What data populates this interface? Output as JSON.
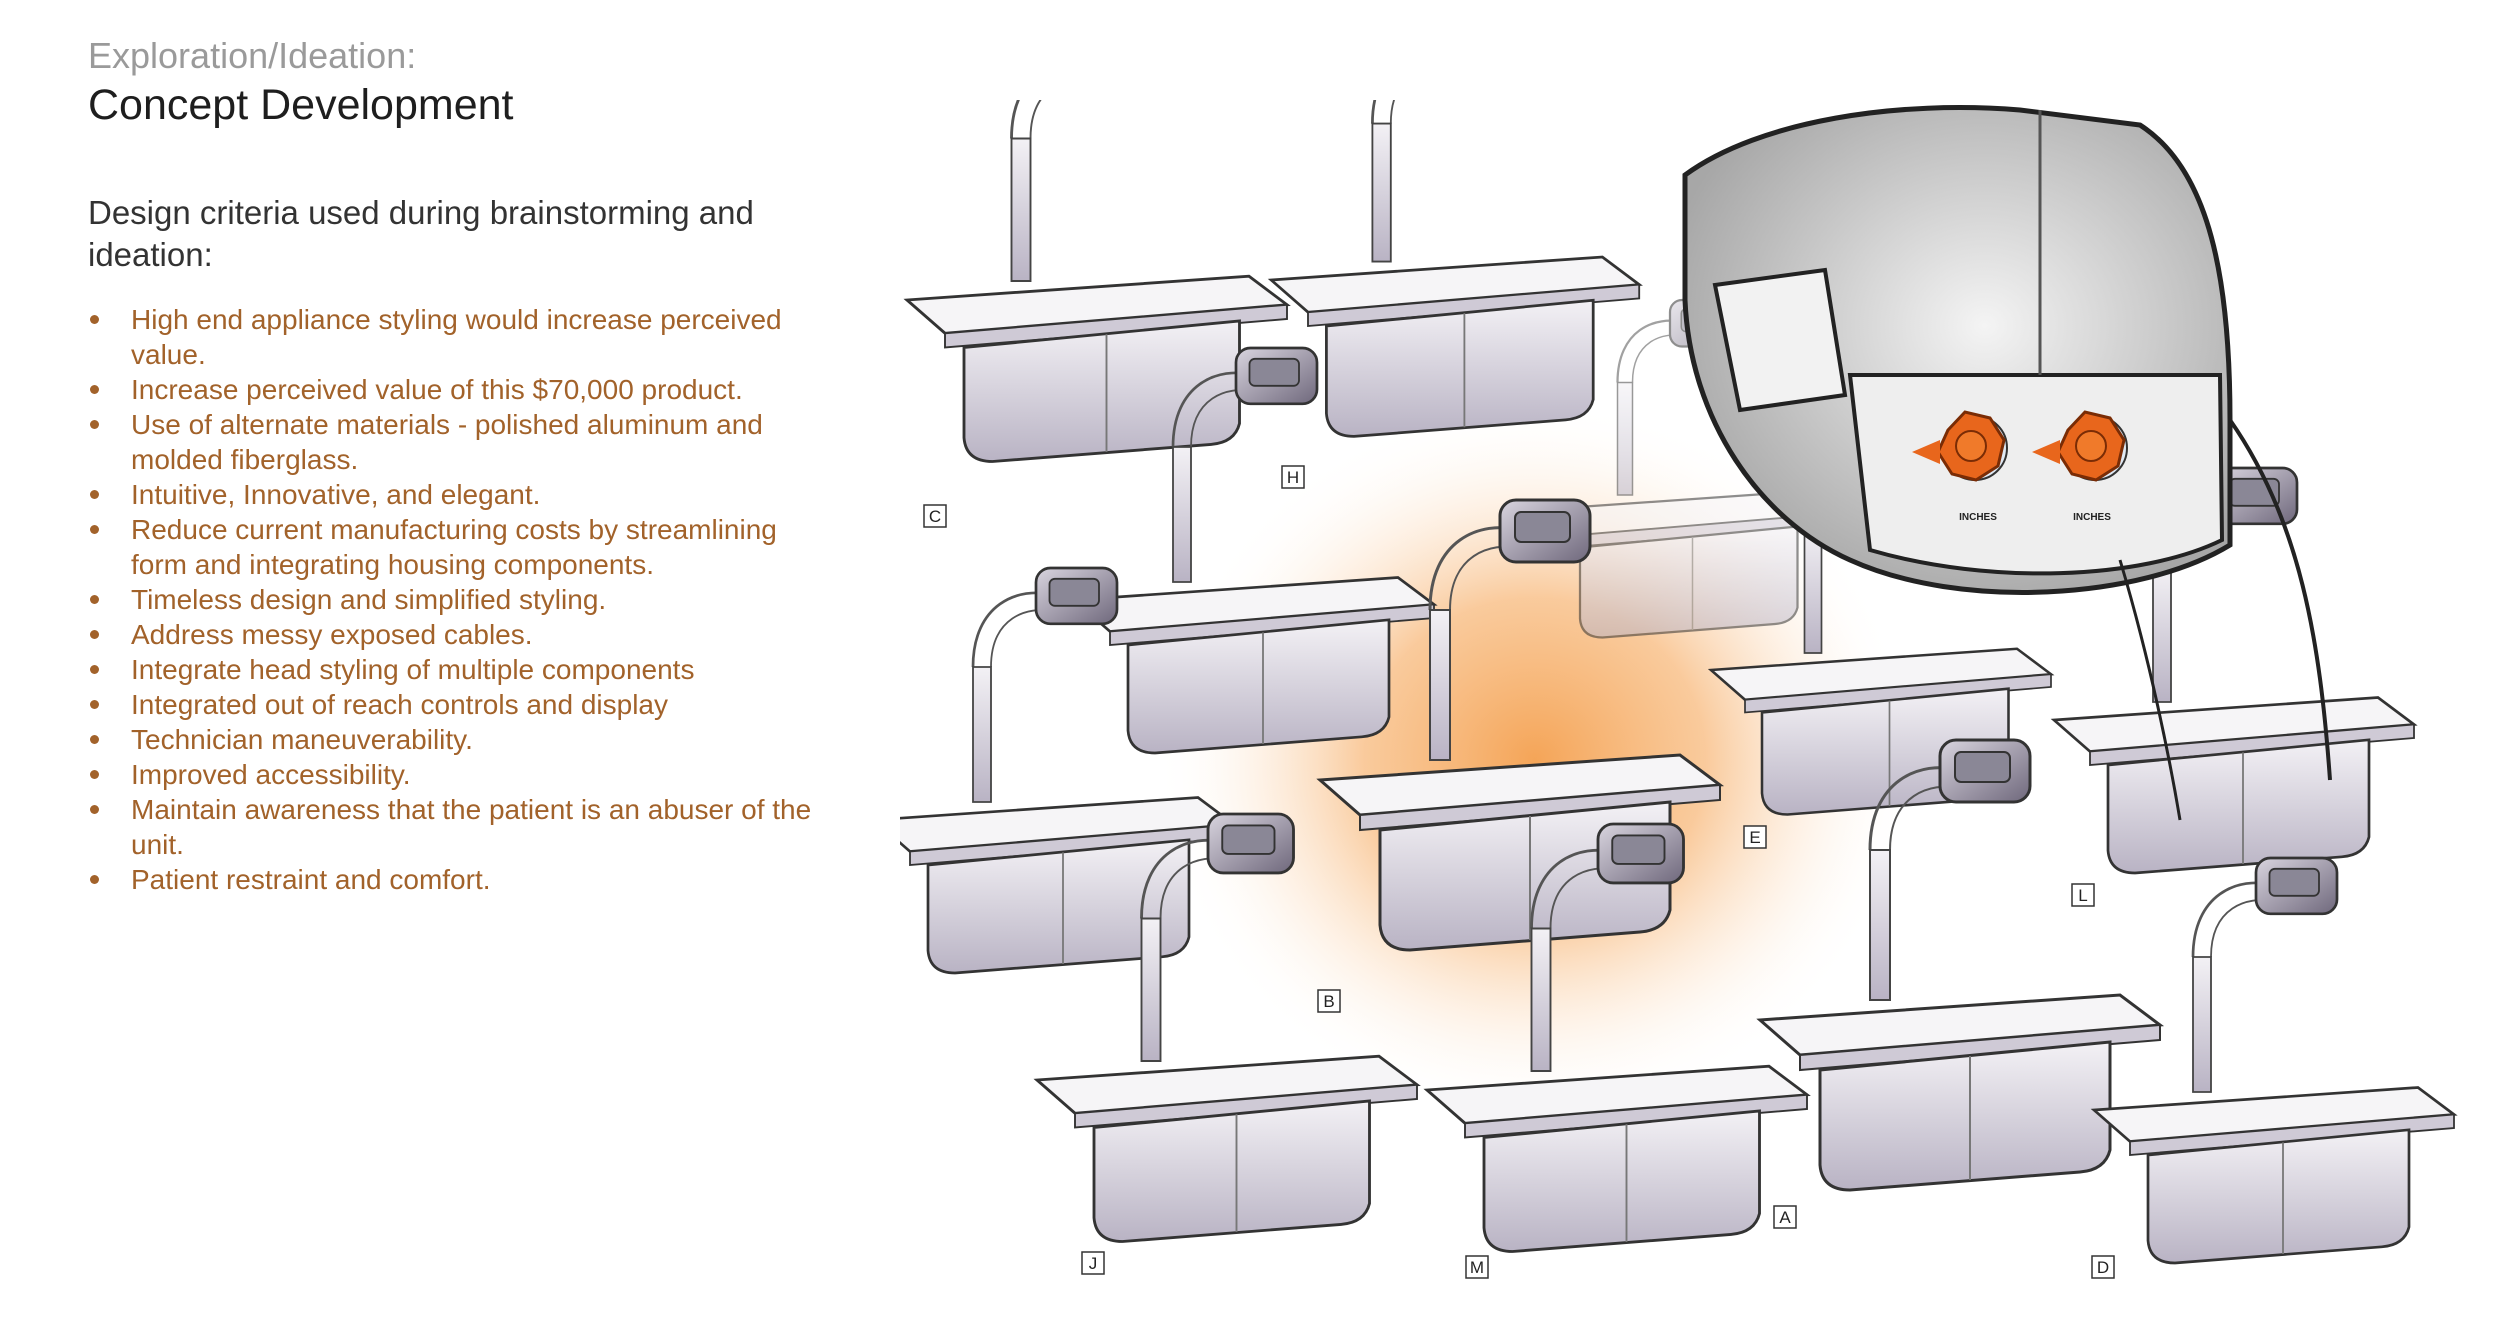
{
  "header": {
    "eyebrow": "Exploration/Ideation:",
    "title": "Concept Development"
  },
  "intro": "Design criteria used during brainstorming and ideation:",
  "criteria": [
    "High end appliance styling would increase perceived value.",
    "Increase perceived value of this $70,000 product.",
    "Use of alternate materials - polished aluminum and molded fiberglass.",
    "Intuitive, Innovative, and elegant.",
    "Reduce current manufacturing costs by streamlining form and integrating housing components.",
    "Timeless design and simplified styling.",
    "Address messy exposed cables.",
    "Integrate head styling of multiple components",
    "Integrated out of reach controls and display",
    "Technician maneuverability.",
    "Improved accessibility.",
    "Maintain awareness that the patient is an abuser of the unit.",
    "Patient restraint and comfort."
  ],
  "sketch_labels": [
    "C",
    "H",
    "E",
    "L",
    "B",
    "J",
    "M",
    "A",
    "D"
  ],
  "detail_units": [
    "INCHES",
    "INCHES"
  ],
  "colors": {
    "accent_text": "#a2622a",
    "knob_orange": "#e8661c",
    "glow_orange": "#f6a55a"
  }
}
